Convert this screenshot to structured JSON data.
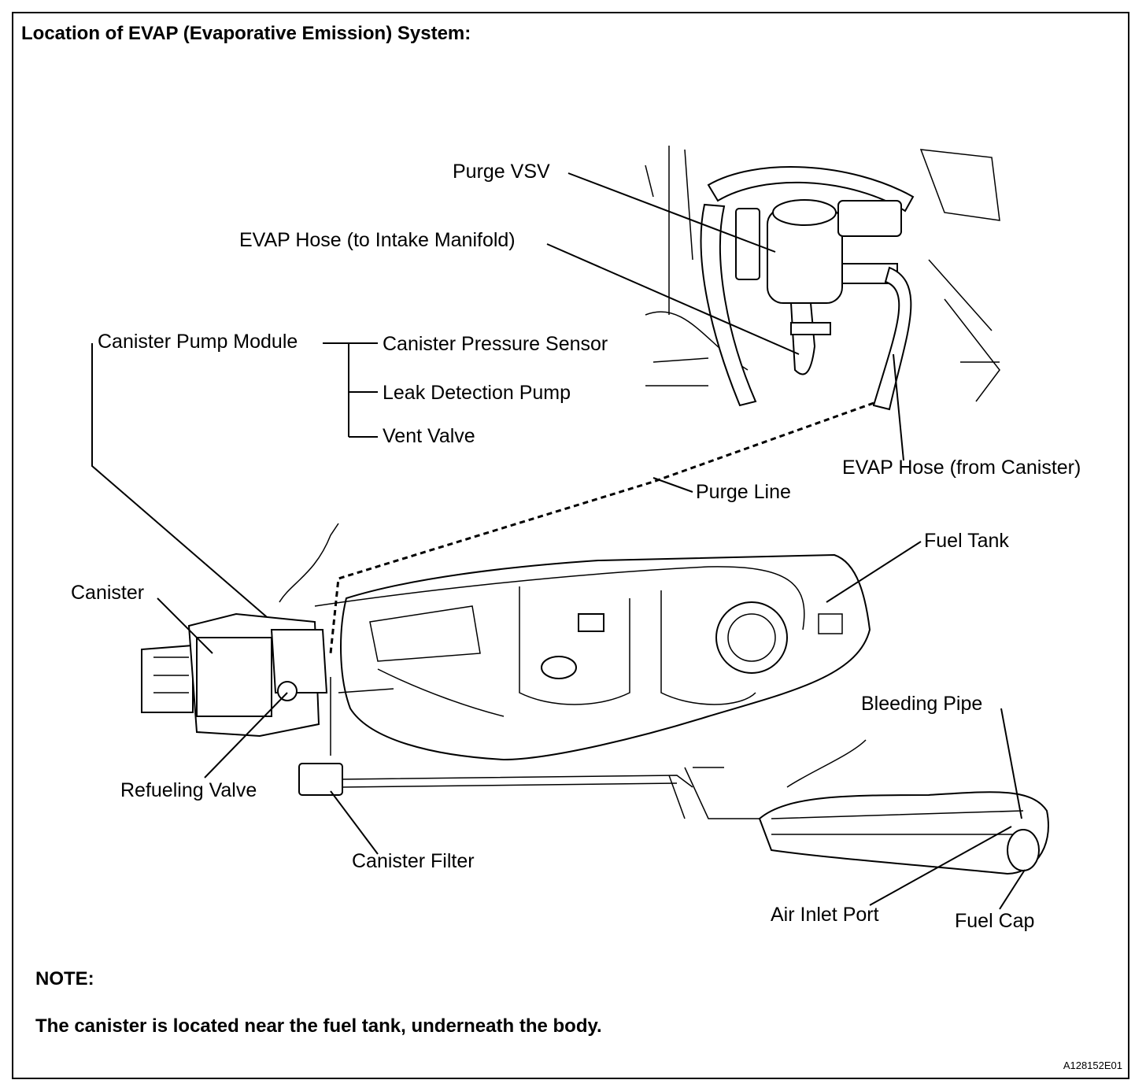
{
  "title": "Location of EVAP (Evaporative Emission) System:",
  "labels": {
    "purge_vsv": "Purge VSV",
    "evap_hose_intake": "EVAP Hose (to Intake Manifold)",
    "canister_pump_module": "Canister Pump Module",
    "canister_pressure_sensor": "Canister Pressure Sensor",
    "leak_detection_pump": "Leak Detection Pump",
    "vent_valve": "Vent Valve",
    "evap_hose_canister": "EVAP Hose (from Canister)",
    "purge_line": "Purge Line",
    "fuel_tank": "Fuel Tank",
    "canister": "Canister",
    "bleeding_pipe": "Bleeding Pipe",
    "refueling_valve": "Refueling Valve",
    "canister_filter": "Canister Filter",
    "air_inlet_port": "Air Inlet Port",
    "fuel_cap": "Fuel Cap"
  },
  "note": {
    "heading": "NOTE:",
    "text": "The canister is located near the fuel tank, underneath the body."
  },
  "figure_id": "A128152E01"
}
